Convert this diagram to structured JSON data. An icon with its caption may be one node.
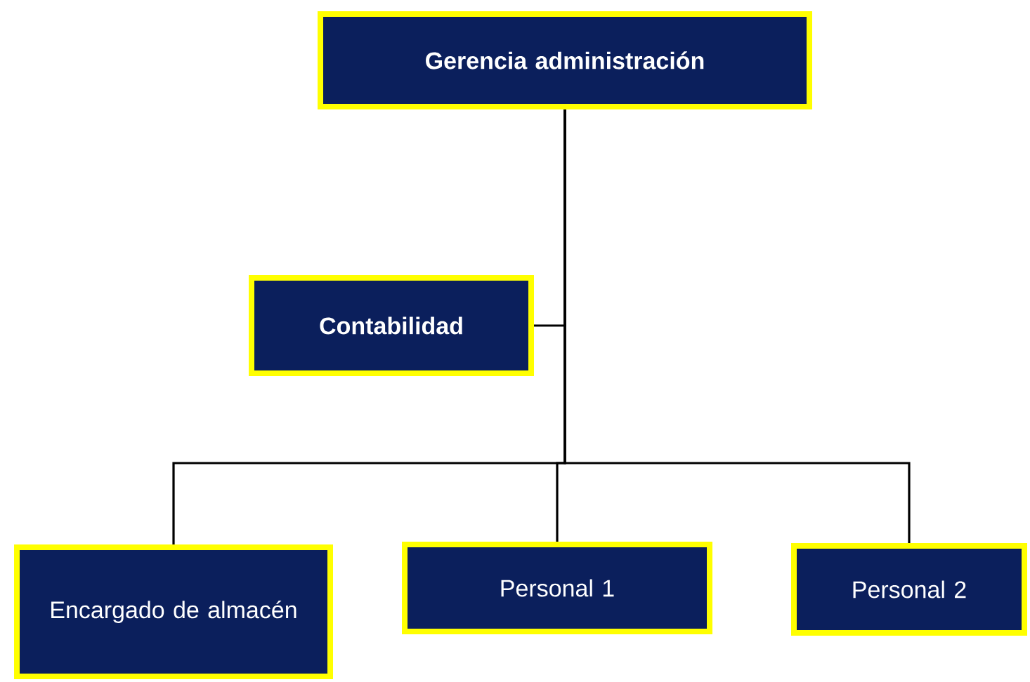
{
  "diagram": {
    "nodes": [
      {
        "text": [
          "Gerencia administración"
        ]
      },
      {
        "text": [
          "Contabilidad"
        ]
      },
      {
        "text": [
          "Encargado de almacén"
        ]
      },
      {
        "text": [
          "Personal 1"
        ]
      },
      {
        "text": [
          "Personal 2"
        ]
      }
    ],
    "edges": [
      {
        "from": 0,
        "to": 1,
        "arrow": "none"
      },
      {
        "from": 0,
        "to": 2,
        "arrow": "none"
      },
      {
        "from": 0,
        "to": 3,
        "arrow": "none"
      },
      {
        "from": 0,
        "to": 4,
        "arrow": "none"
      }
    ]
  }
}
